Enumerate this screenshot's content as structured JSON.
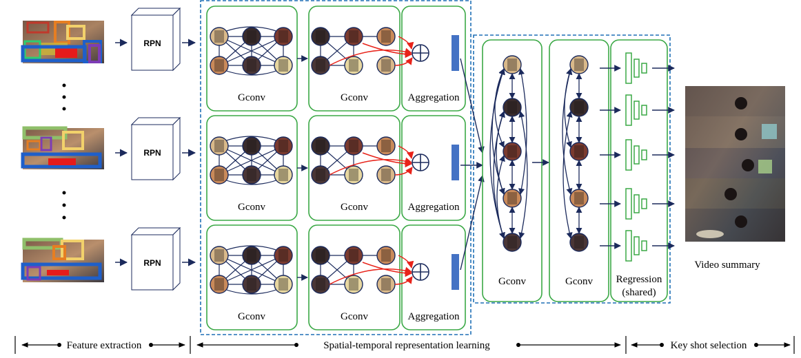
{
  "rpn_label": "RPN",
  "gconv_label": "Gconv",
  "aggregation_label": "Aggregation",
  "regression_label_line1": "Regression",
  "regression_label_line2": "(shared)",
  "output_label": "Video summary",
  "stages": {
    "feature_extraction": "Feature extraction",
    "spatial_temporal": "Spatial-temporal representation learning",
    "key_shot": "Key shot selection"
  },
  "colors": {
    "green": "#3aa845",
    "dashed_blue": "#1f6fb5",
    "navy": "#1b2a5c",
    "red": "#e8231a",
    "bar_blue": "#4472c4"
  }
}
